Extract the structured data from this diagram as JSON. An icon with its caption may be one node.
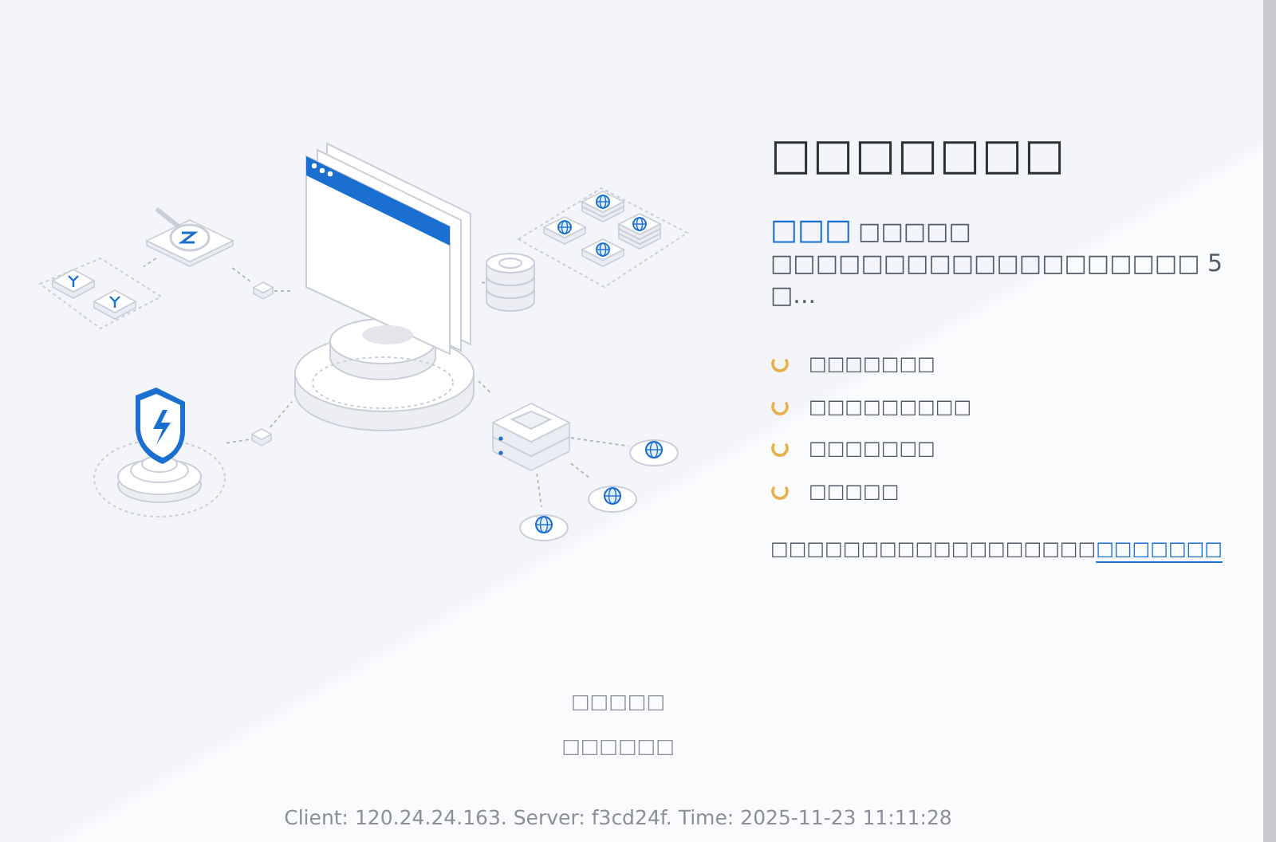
{
  "diagram": {
    "title": "□□□□□□□",
    "nodes": [
      {
        "text": [],
        "shape": "picture"
      },
      {
        "text": [],
        "shape": "picture"
      },
      {
        "text": [],
        "shape": "picture"
      },
      {
        "text": [],
        "shape": "box"
      },
      {
        "text": [],
        "shape": "cylinder"
      },
      {
        "text": [],
        "shape": "picture"
      },
      {
        "text": [],
        "shape": "picture"
      },
      {
        "text": [],
        "shape": "box"
      },
      {
        "text": [],
        "shape": "picture"
      },
      {
        "text": [],
        "shape": "picture"
      },
      {
        "text": [],
        "shape": "picture"
      },
      {
        "text": [],
        "shape": "picture"
      }
    ],
    "edges": [
      {
        "from": 2,
        "to": 1,
        "arrow": "none"
      },
      {
        "from": 1,
        "to": 3,
        "arrow": "none"
      },
      {
        "from": 3,
        "to": 0,
        "arrow": "none"
      },
      {
        "from": 5,
        "to": 4,
        "arrow": "none"
      },
      {
        "from": 4,
        "to": 0,
        "arrow": "none"
      },
      {
        "from": 6,
        "to": 7,
        "arrow": "none"
      },
      {
        "from": 7,
        "to": 0,
        "arrow": "none"
      },
      {
        "from": 0,
        "to": 8,
        "arrow": "none"
      },
      {
        "from": 8,
        "to": 9,
        "arrow": "none"
      },
      {
        "from": 8,
        "to": 10,
        "arrow": "none"
      },
      {
        "from": 8,
        "to": 11,
        "arrow": "none"
      }
    ],
    "labels": [
      "□□□",
      "□□□□□ □□□□□□□□□□□□□□□□□□□ 5 □...",
      "□□□□□□□",
      "□□□□□□□□□",
      "□□□□□□□",
      "□□□□□",
      "□□□□□□□□□□□□□□□□□□",
      "□□□□□□□",
      "□□□□□",
      "□□□□□□",
      "Client: 120.24.24.163. Server: f3cd24f. Time: 2025-11-23 11:11:28"
    ]
  }
}
